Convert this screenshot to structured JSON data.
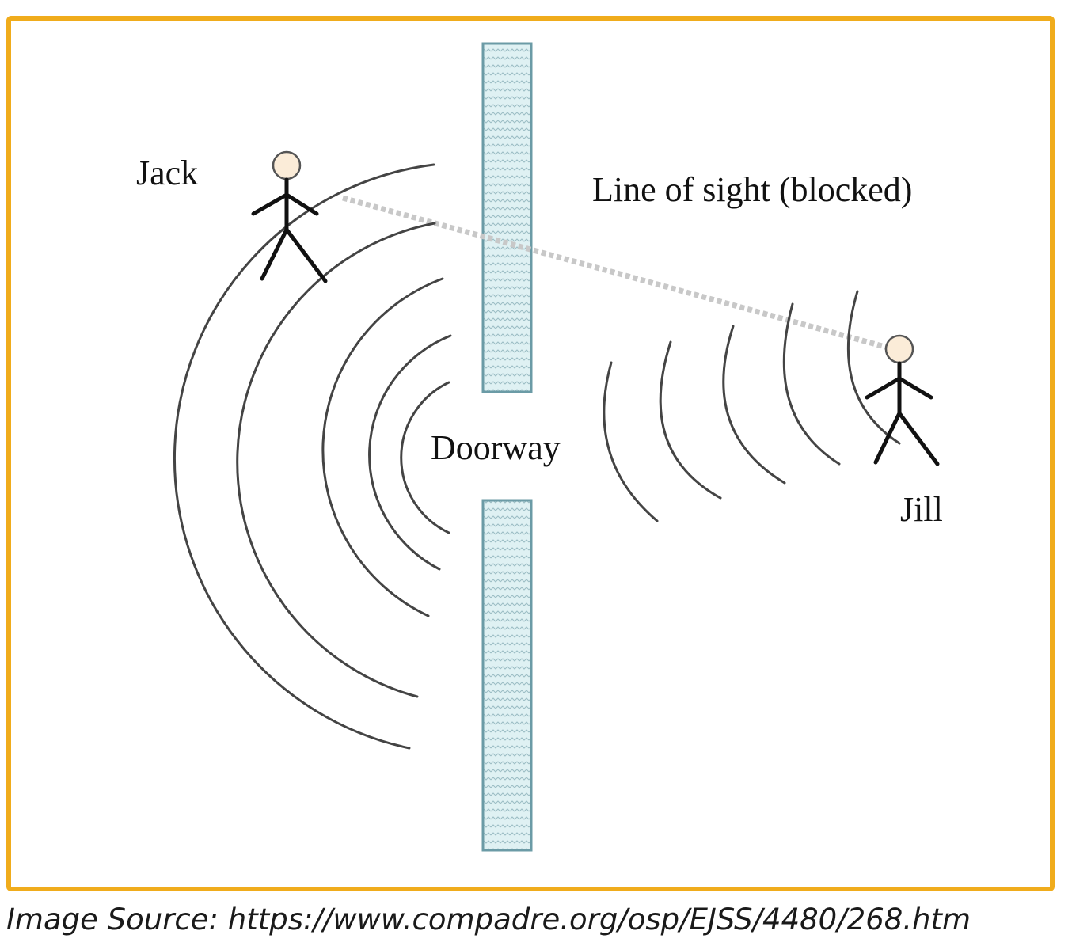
{
  "labels": {
    "jack": "Jack",
    "line_of_sight": "Line of sight (blocked)",
    "doorway": "Doorway",
    "jill": "Jill"
  },
  "caption": "Image Source: https://www.compadre.org/osp/EJSS/4480/268.htm",
  "colors": {
    "frame": "#f0ac1c",
    "wall_stroke": "#6b9ba6",
    "wall_fill": "#dff1f3",
    "wave": "#444444",
    "sight_line": "#c8c8c8",
    "head_fill": "#fbecd8",
    "figure": "#111111"
  },
  "icons": {
    "jack_figure": "stick-figure-icon",
    "jill_figure": "stick-figure-icon"
  }
}
